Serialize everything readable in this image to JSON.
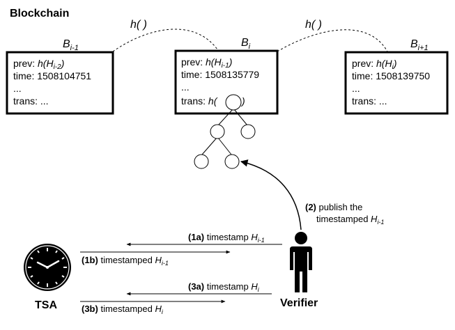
{
  "title": "Blockchain",
  "hash_fn": "h( )",
  "blocks": [
    {
      "label": "B",
      "label_sub": "i-1",
      "prev_label": "prev: ",
      "prev_value": "h(H",
      "prev_sub": "i-2",
      "prev_close": ")",
      "time_line": "time: 1508104751",
      "ellipsis": "...",
      "trans_line": "trans: ..."
    },
    {
      "label": "B",
      "label_sub": "i",
      "prev_label": "prev: ",
      "prev_value": "h(H",
      "prev_sub": "i-1",
      "prev_close": ")",
      "time_line": "time: 1508135779",
      "ellipsis": "...",
      "trans_prefix": "trans:  ",
      "trans_hash_open": "h(",
      "trans_hash_close": ")"
    },
    {
      "label": "B",
      "label_sub": "i+1",
      "prev_label": "prev: ",
      "prev_value": "h(H",
      "prev_sub": "i",
      "prev_close": ")",
      "time_line": "time: 1508139750",
      "ellipsis": "...",
      "trans_line": "trans: ..."
    }
  ],
  "step2": {
    "num": "(2)",
    "line1": " publish the",
    "line2": "timestamped ",
    "var": "H",
    "sub": "i-1"
  },
  "msg_1a": {
    "num": "(1a)",
    "text": " timestamp ",
    "var": "H",
    "sub": "i-1"
  },
  "msg_1b": {
    "num": "(1b)",
    "text": " timestamped ",
    "var": "H",
    "sub": "i-1"
  },
  "msg_3a": {
    "num": "(3a)",
    "text": " timestamp ",
    "var": "H",
    "sub": "i"
  },
  "msg_3b": {
    "num": "(3b)",
    "text": " timestamped ",
    "var": "H",
    "sub": "i"
  },
  "tsa_label": "TSA",
  "verifier_label": "Verifier",
  "icons": {
    "tsa": "clock-icon",
    "verifier": "person-icon"
  }
}
